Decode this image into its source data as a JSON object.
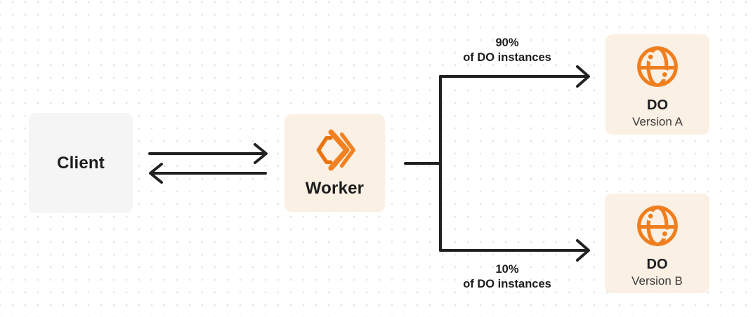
{
  "colors": {
    "canvas_bg": "#ffffff",
    "dot_grid": "#e4e4e6",
    "client_gray_bg": "#f5f5f6",
    "node_cream_bg": "#faf0e3",
    "accent_orange": "#f18122",
    "accent_orange_dark": "#e9750f",
    "globe_orange": "#ef7e1e",
    "line_dark": "#212121",
    "text_dark": "#1d1d1f",
    "text_secondary": "#3a3a3a"
  },
  "diagram": {
    "client": {
      "label": "Client"
    },
    "worker": {
      "label": "Worker",
      "icon": "workers-logo-icon"
    },
    "branches": {
      "top": {
        "percent": "90%",
        "caption": "of DO instances"
      },
      "bottom": {
        "percent": "10%",
        "caption": "of DO instances"
      }
    },
    "do_version_a": {
      "title": "DO",
      "subtitle": "Version A",
      "icon": "globe-icon"
    },
    "do_version_b": {
      "title": "DO",
      "subtitle": "Version B",
      "icon": "globe-icon"
    }
  }
}
